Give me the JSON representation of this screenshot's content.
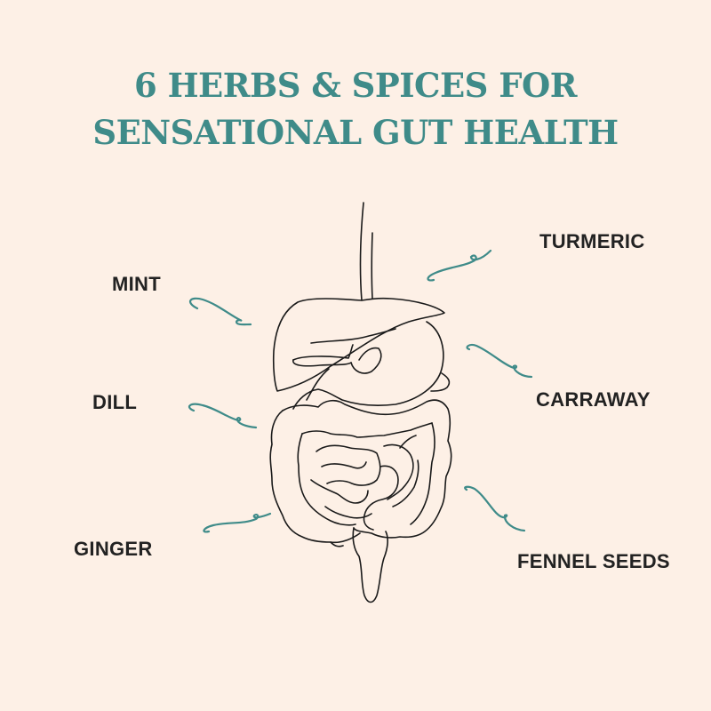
{
  "title": {
    "line1": "6 HERBS & SPICES FOR",
    "line2": "SENSATIONAL GUT HEALTH"
  },
  "labels": {
    "mint": "MINT",
    "dill": "DILL",
    "ginger": "GINGER",
    "turmeric": "TURMERIC",
    "carraway": "CARRAWAY",
    "fennel_seeds": "FENNEL SEEDS"
  },
  "colors": {
    "background": "#fdf0e6",
    "accent": "#3f8b89",
    "text": "#222222",
    "line": "#1a1a1a"
  },
  "illustration": "digestive-system-line-drawing"
}
